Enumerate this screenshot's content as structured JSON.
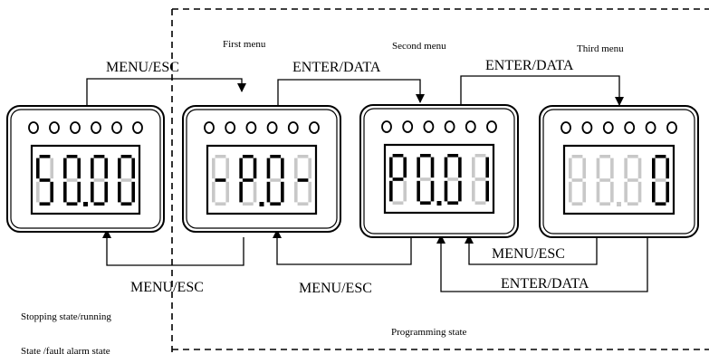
{
  "labels": {
    "first_menu": "First menu",
    "second_menu": "Second menu",
    "third_menu": "Third menu",
    "top_menu_esc": "MENU/ESC",
    "top_enter_data_1": "ENTER/DATA",
    "top_enter_data_2": "ENTER/DATA",
    "bottom_menu_esc_1": "MENU/ESC",
    "bottom_menu_esc_2": "MENU/ESC",
    "inner_menu_esc": "MENU/ESC",
    "inner_enter_data": "ENTER/DATA",
    "state_stopping": "Stopping state/running",
    "state_fault": "State /fault alarm state",
    "programming_state": "Programming state"
  },
  "panels": [
    {
      "name": "stopping-state-panel",
      "active_digits": [
        "5",
        "0",
        "0",
        "0"
      ],
      "ghost": "8"
    },
    {
      "name": "first-menu-panel",
      "active_digits": [
        "-",
        "P",
        "0",
        "-"
      ],
      "ghost": "8"
    },
    {
      "name": "second-menu-panel",
      "active_digits": [
        "P",
        "0",
        "0",
        "1"
      ],
      "ghost": "8"
    },
    {
      "name": "third-menu-panel",
      "active_digits": [
        "",
        "",
        "",
        "0"
      ],
      "ghost": "8"
    }
  ],
  "colors": {
    "lit_segment": "#000000",
    "ghost_segment": "#c8c8c8"
  }
}
